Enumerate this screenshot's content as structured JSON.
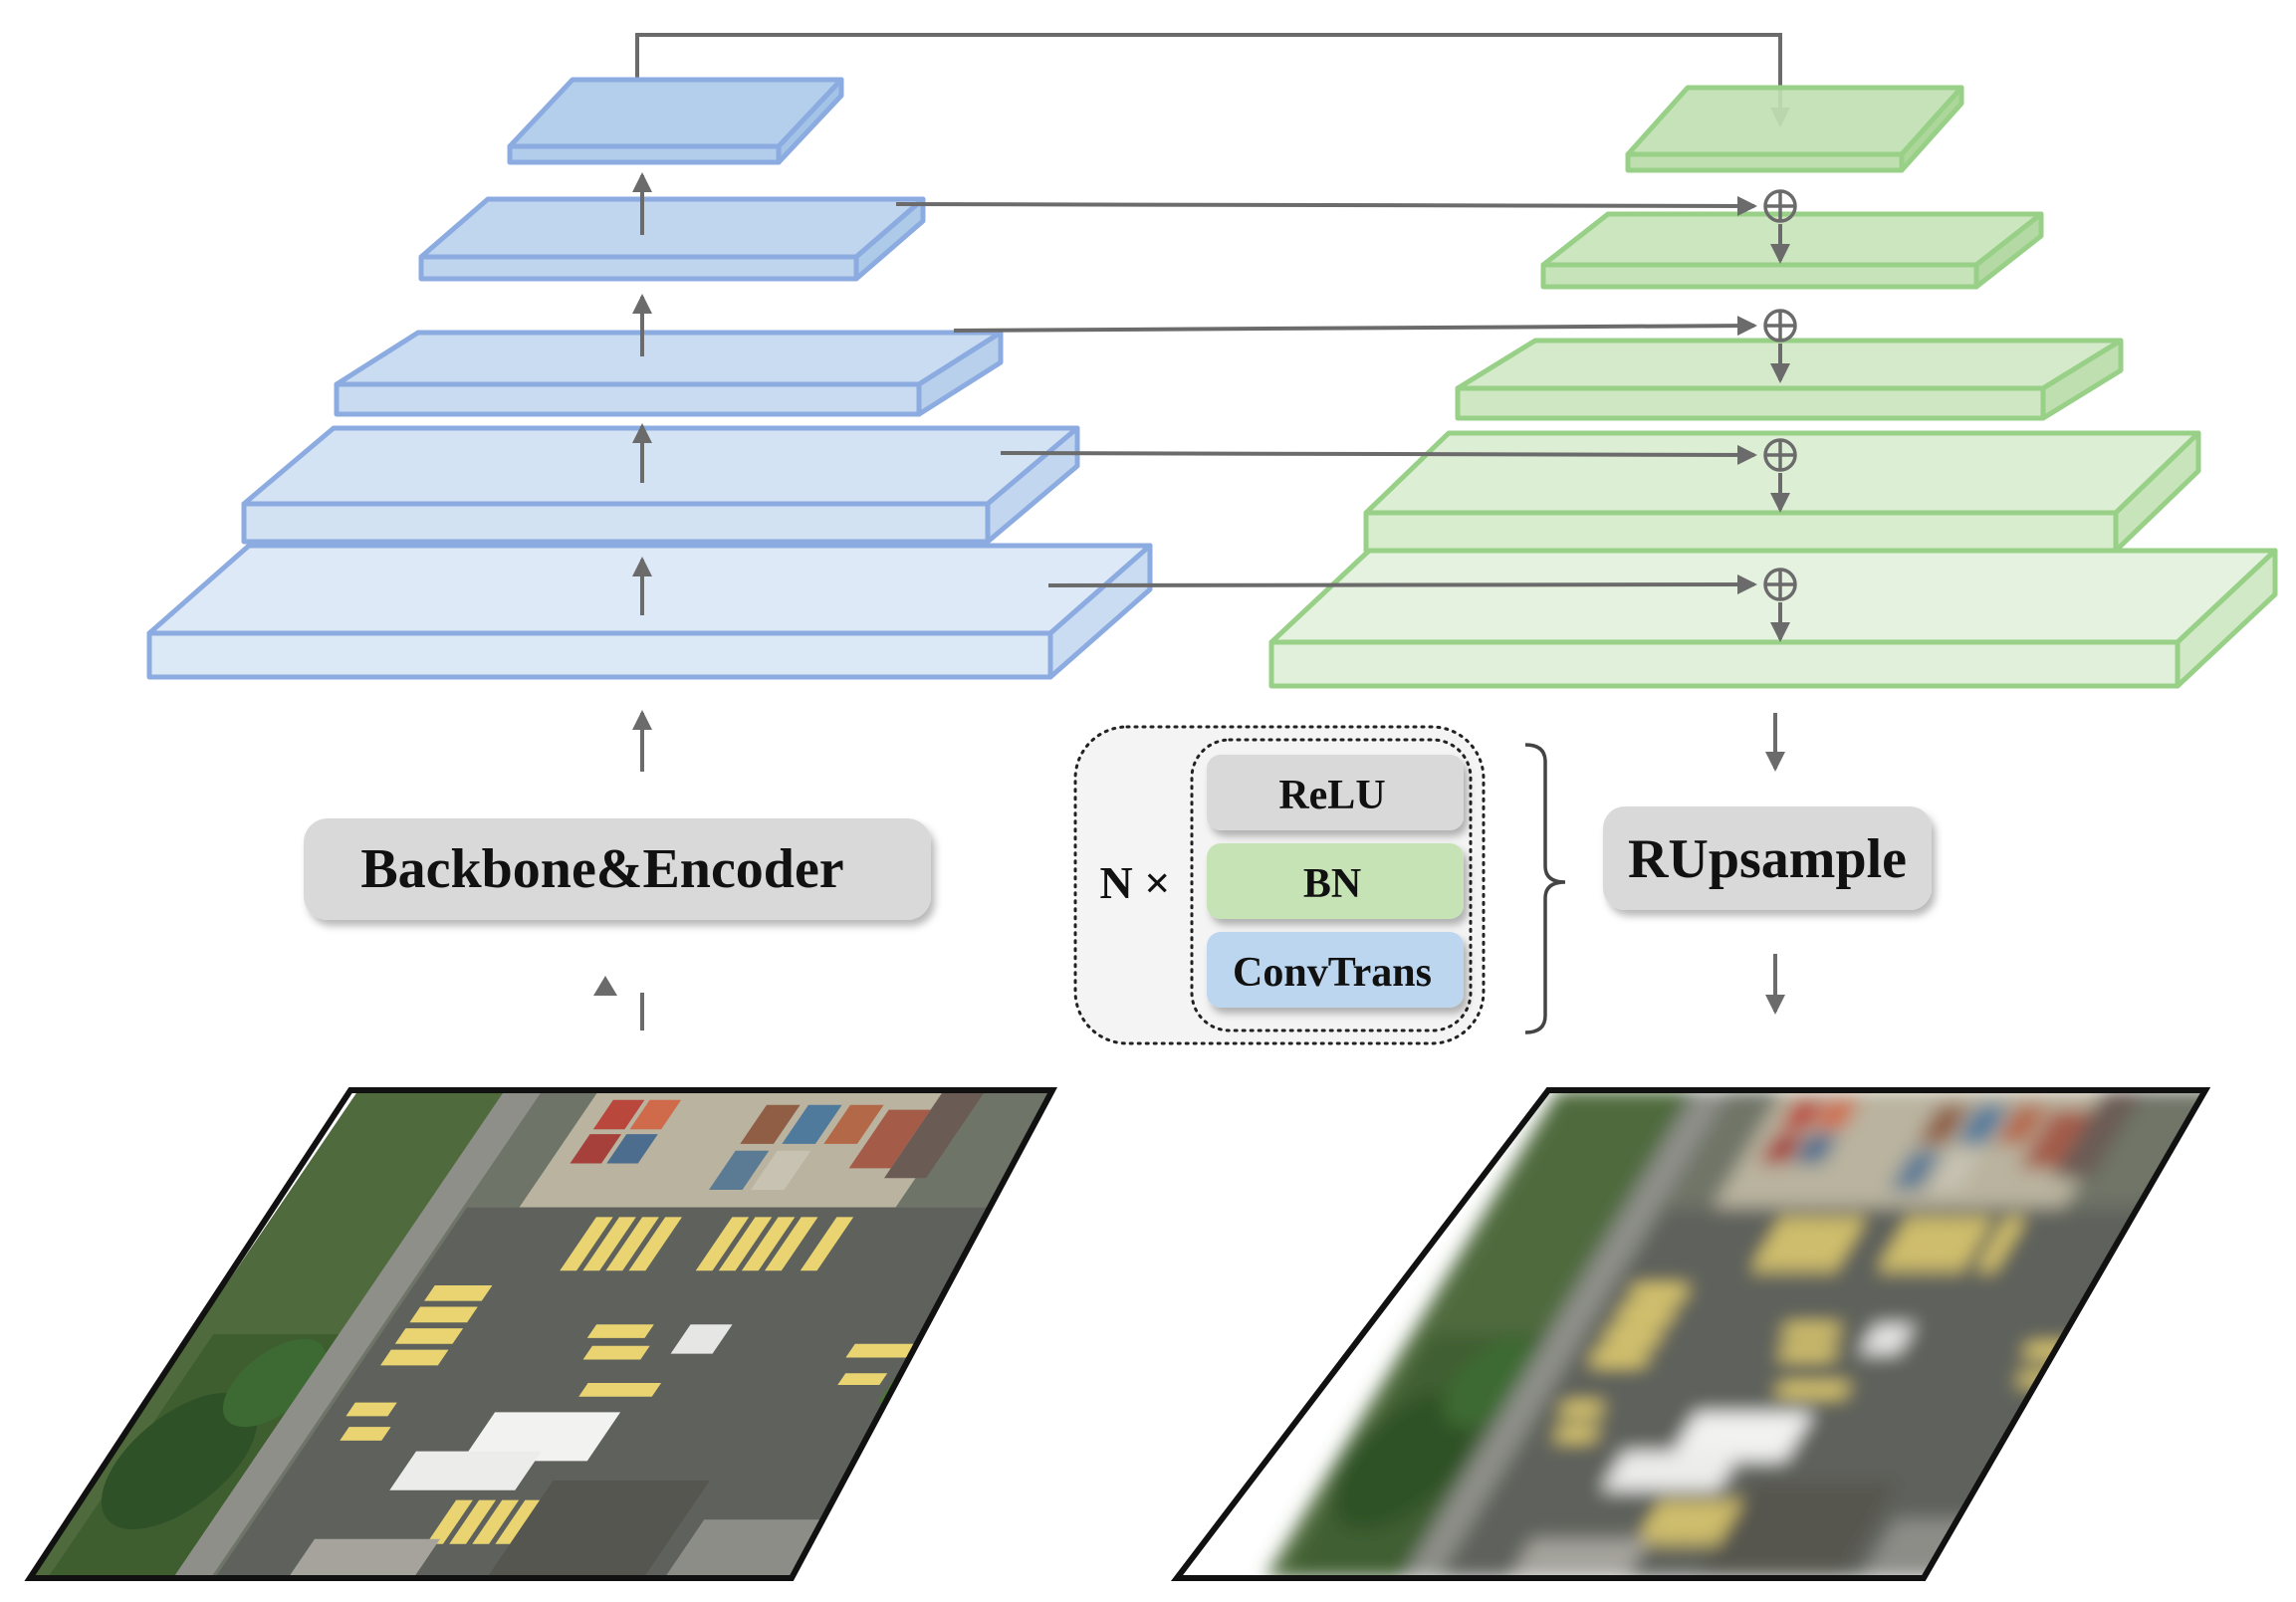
{
  "labels": {
    "encoder": "Backbone&Encoder",
    "decoder": "RUpsample",
    "repeat": "N ×"
  },
  "block": {
    "layers": [
      "ReLU",
      "BN",
      "ConvTrans"
    ]
  },
  "colors": {
    "encoder_fill": "#cfe0f3",
    "encoder_stroke": "#8cabe0",
    "decoder_fill": "#d5ebcc",
    "decoder_stroke": "#97d086",
    "arrow": "#6b6b6b",
    "label_box": "#d9d9d9",
    "relu_box": "#d9d9d9",
    "bn_box": "#c6e3b5",
    "convtrans_box": "#bcd6ef"
  },
  "icons": {
    "skip_merge": "circle-plus-icon",
    "flow": "arrow-icon"
  },
  "images": {
    "input": "aerial-photo-input",
    "output": "aerial-photo-upsampled-output"
  }
}
